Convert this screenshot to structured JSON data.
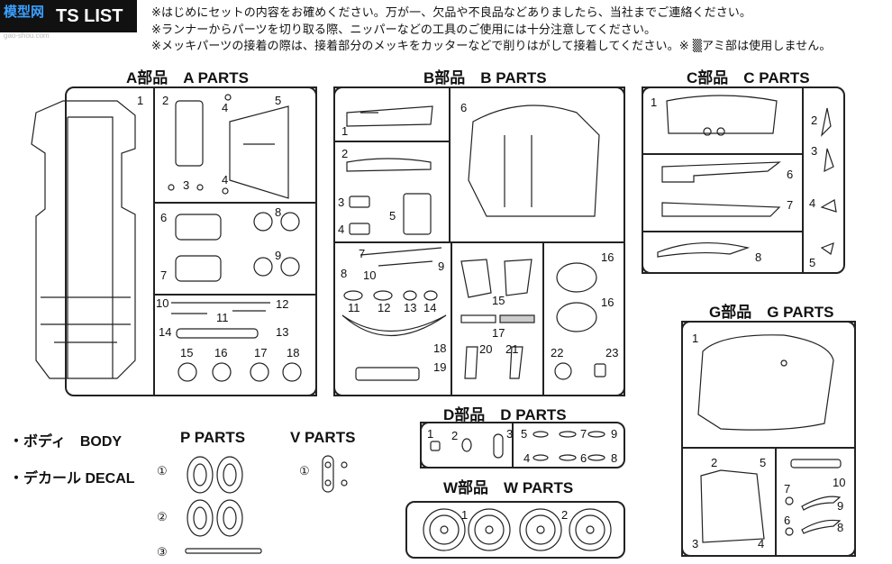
{
  "banner": {
    "text": "TS LIST",
    "watermark": "模型网",
    "watermark_url": "gao-shou.com"
  },
  "notes": [
    "※はじめにセットの内容をお確めください。万が一、欠品や不良品などありましたら、当社までご連絡ください。",
    "※ランナーからパーツを切り取る際、ニッパーなどの工具のご使用には十分注意してください。",
    "※メッキパーツの接着の際は、接着部分のメッキをカッターなどで削りはがして接着してください。※ ▒アミ部は使用しません。"
  ],
  "sections": {
    "a": {
      "title": "A部品　A PARTS",
      "numbers": [
        "1",
        "2",
        "3",
        "4",
        "4",
        "5",
        "6",
        "7",
        "8",
        "9",
        "10",
        "11",
        "12",
        "13",
        "14",
        "15",
        "16",
        "17",
        "18"
      ]
    },
    "b": {
      "title": "B部品　B PARTS",
      "numbers": [
        "1",
        "2",
        "3",
        "4",
        "5",
        "6",
        "7",
        "8",
        "9",
        "10",
        "11",
        "12",
        "13",
        "14",
        "15",
        "16",
        "16",
        "17",
        "18",
        "19",
        "20",
        "21",
        "22",
        "23"
      ]
    },
    "c": {
      "title": "C部品　C PARTS",
      "numbers": [
        "1",
        "2",
        "3",
        "4",
        "5",
        "6",
        "7",
        "8"
      ]
    },
    "d": {
      "title": "D部品　D PARTS",
      "numbers": [
        "1",
        "2",
        "3",
        "4",
        "5",
        "6",
        "7",
        "8",
        "9"
      ]
    },
    "w": {
      "title": "W部品　W PARTS",
      "numbers": [
        "1",
        "2"
      ]
    },
    "g": {
      "title": "G部品　G PARTS",
      "numbers": [
        "1",
        "2",
        "3",
        "4",
        "5",
        "6",
        "7",
        "8",
        "9",
        "10"
      ]
    },
    "p": {
      "title": "P PARTS",
      "numbers": [
        "①",
        "②",
        "③"
      ]
    },
    "v": {
      "title": "V PARTS",
      "numbers": [
        "①"
      ]
    }
  },
  "legend": {
    "body": "・ボディ　BODY",
    "decal": "・デカール DECAL"
  }
}
